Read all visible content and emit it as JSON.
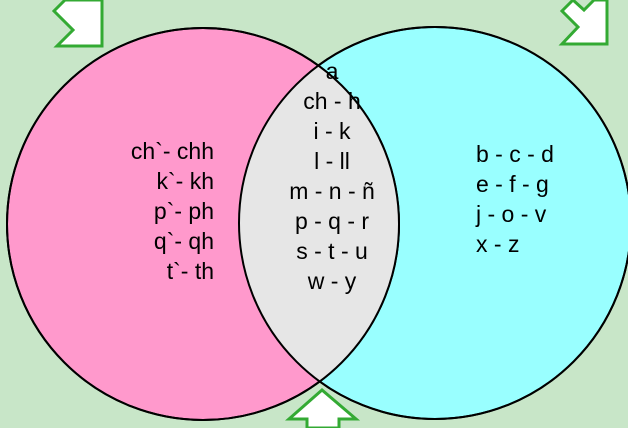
{
  "colors": {
    "background": "#c8e6c8",
    "left_circle": "#ff99cc",
    "right_circle": "#99ffff",
    "overlap": "#e6e6e6",
    "arrow": "#33aa33"
  },
  "icons": [
    "arrow-down-right-icon",
    "arrow-down-left-icon",
    "arrow-up-icon"
  ],
  "left_only": [
    "ch`- chh",
    "k`- kh",
    "p`- ph",
    "q`- qh",
    "t`- th"
  ],
  "shared": [
    "a",
    "ch - h",
    "i - k",
    "l - ll",
    "m - n - ñ",
    "p - q - r",
    "s - t - u",
    "w - y"
  ],
  "right_only": [
    "b - c - d",
    "e - f - g",
    "j - o - v",
    "x - z"
  ]
}
